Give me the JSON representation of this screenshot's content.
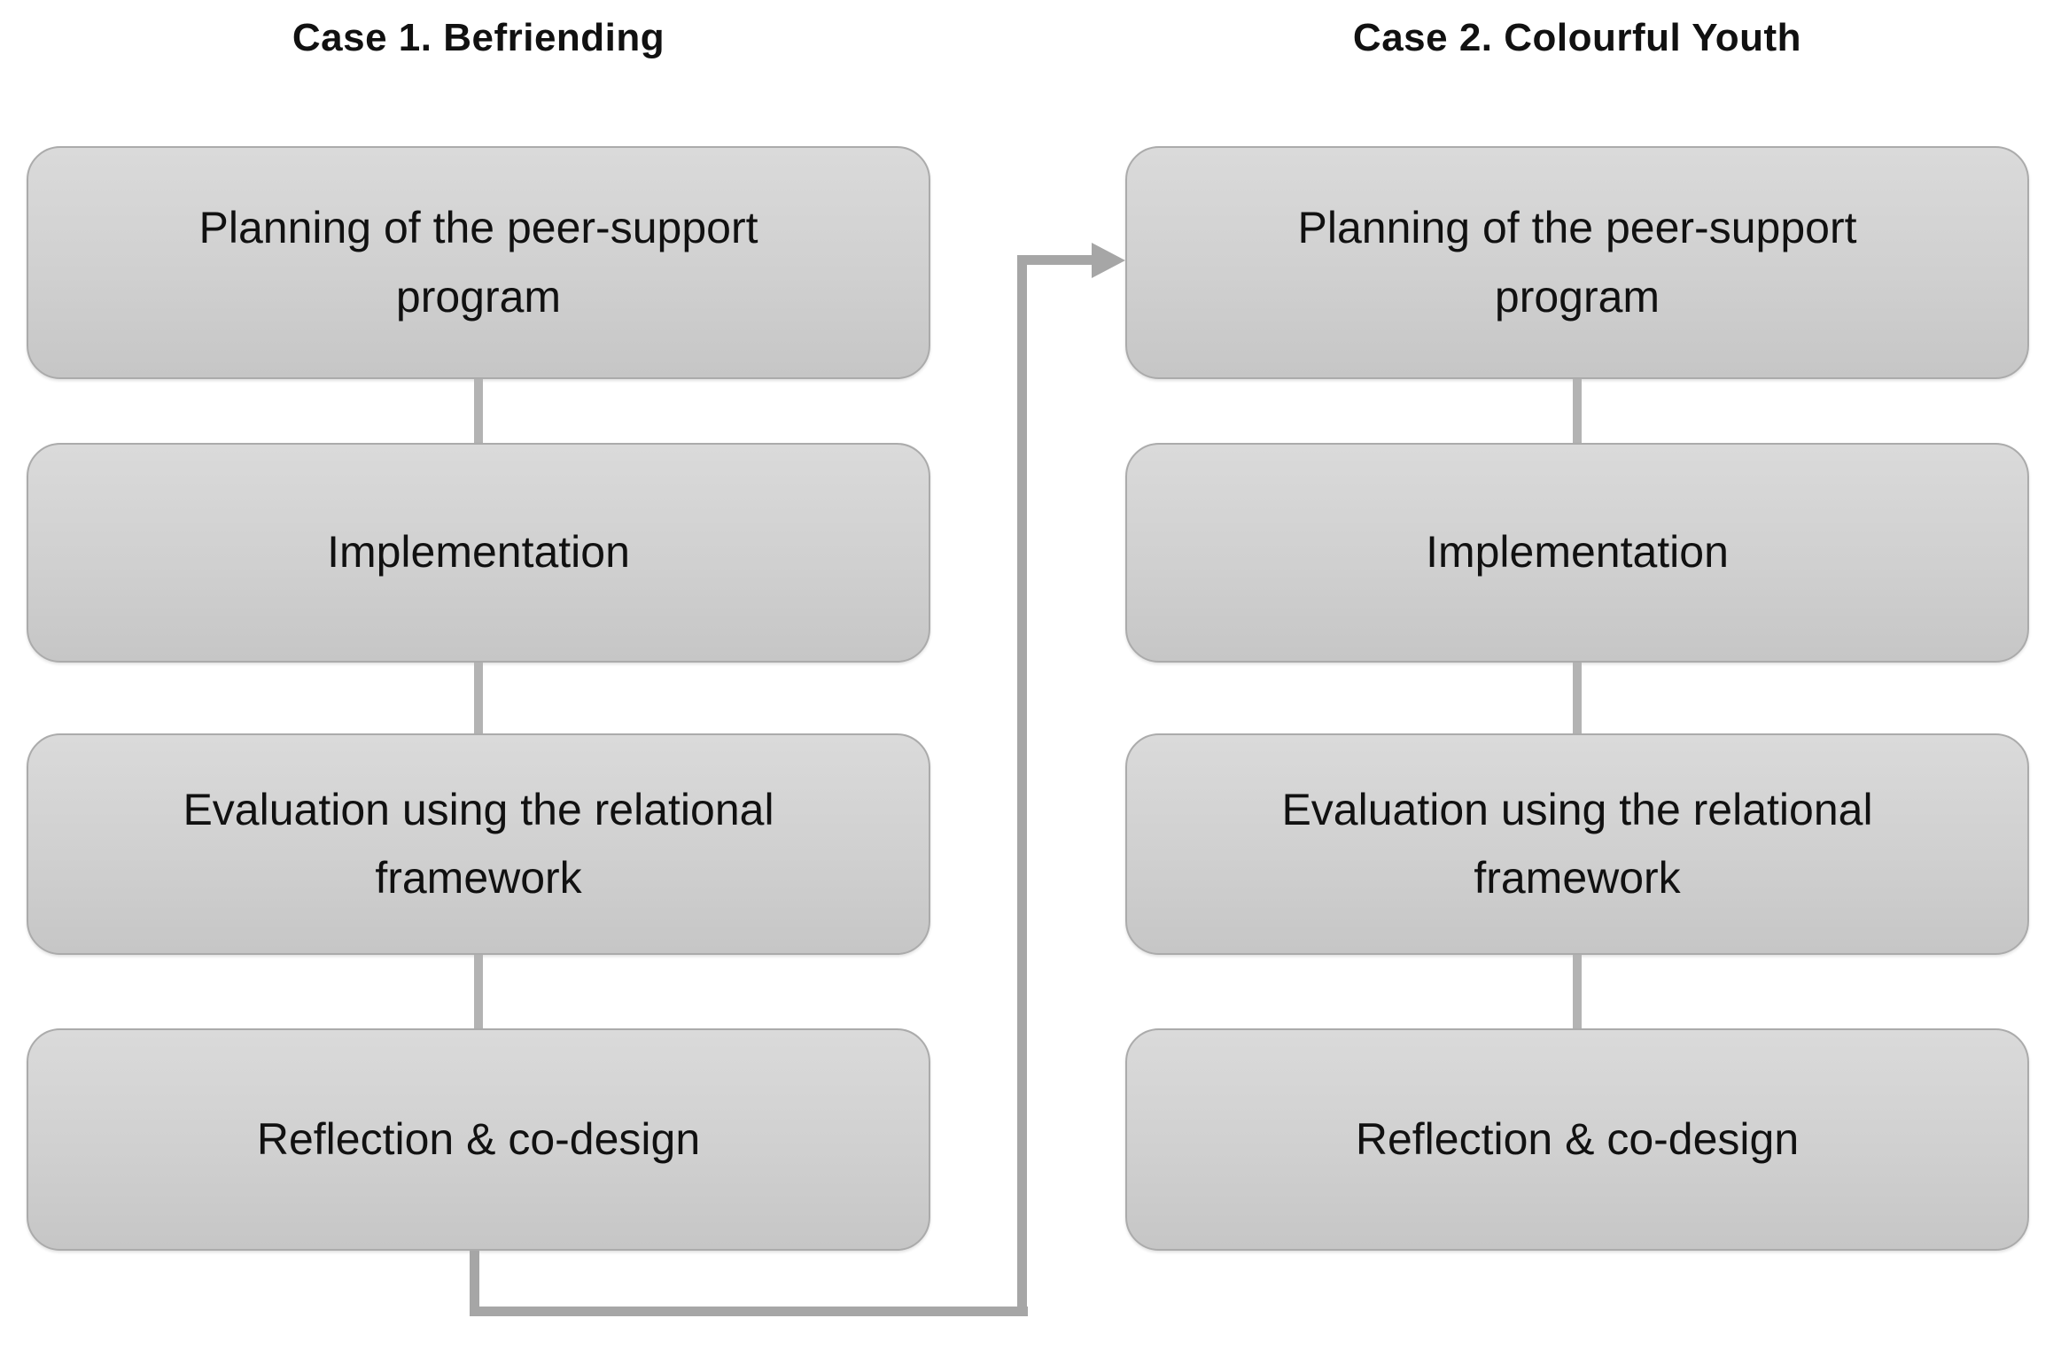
{
  "diagram": {
    "type": "flowchart",
    "columns": [
      {
        "title": "Case 1. Befriending",
        "steps": [
          "Planning of the peer-support\nprogram",
          "Implementation",
          "Evaluation using the relational\nframework",
          "Reflection & co-design"
        ]
      },
      {
        "title": "Case 2. Colourful Youth",
        "steps": [
          "Planning of the peer-support\nprogram",
          "Implementation",
          "Evaluation using the relational\nframework",
          "Reflection & co-design"
        ]
      }
    ],
    "flow": {
      "from": "Case 1 / Reflection & co-design",
      "to": "Case 2 / Planning of the peer-support program",
      "style": "elbow-arrow"
    },
    "colors": {
      "box_top": "#dadada",
      "box_bottom": "#c6c6c6",
      "box_border": "#ababab",
      "connector": "#b3b3b3",
      "flow_arrow": "#a6a6a6",
      "text": "#111111",
      "bg": "#ffffff"
    }
  }
}
